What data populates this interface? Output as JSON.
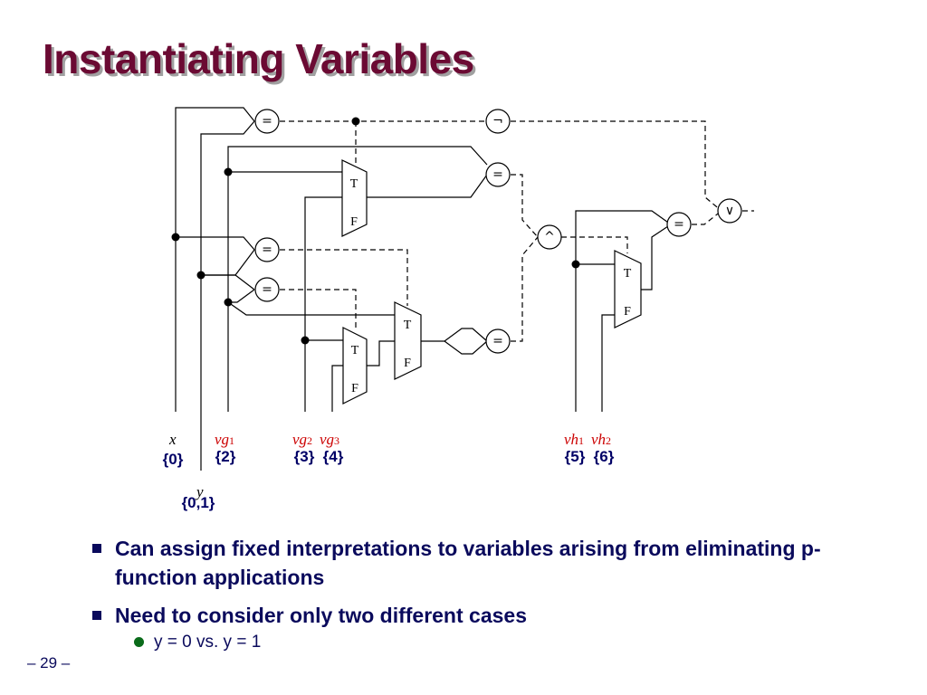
{
  "slide": {
    "title": "Instantiating Variables",
    "page_number": "– 29 –"
  },
  "diagram": {
    "ops": {
      "eq": "=",
      "not": "¬",
      "and": "^",
      "or": "∨"
    },
    "mux_labels": {
      "t": "T",
      "f": "F"
    },
    "variables": {
      "x": "x",
      "y": "y",
      "vg1_base": "vg",
      "vg1_sub": "1",
      "vg2_base": "vg",
      "vg2_sub": "2",
      "vg3_base": "vg",
      "vg3_sub": "3",
      "vh1_base": "vh",
      "vh1_sub": "1",
      "vh2_base": "vh",
      "vh2_sub": "2"
    },
    "sets": {
      "x": "{0}",
      "y": "{0,1}",
      "vg1": "{2}",
      "vg2": "{3}",
      "vg3": "{4}",
      "vh1": "{5}",
      "vh2": "{6}"
    },
    "colors": {
      "var_black": "#000000",
      "var_red": "#cc0000",
      "set_text": "#000066"
    }
  },
  "bullets": [
    {
      "text": "Can assign fixed interpretations to variables arising from eliminating p-function applications"
    },
    {
      "text": "Need to consider only two different cases",
      "sub": [
        {
          "text": "y = 0 vs. y = 1"
        }
      ]
    }
  ]
}
